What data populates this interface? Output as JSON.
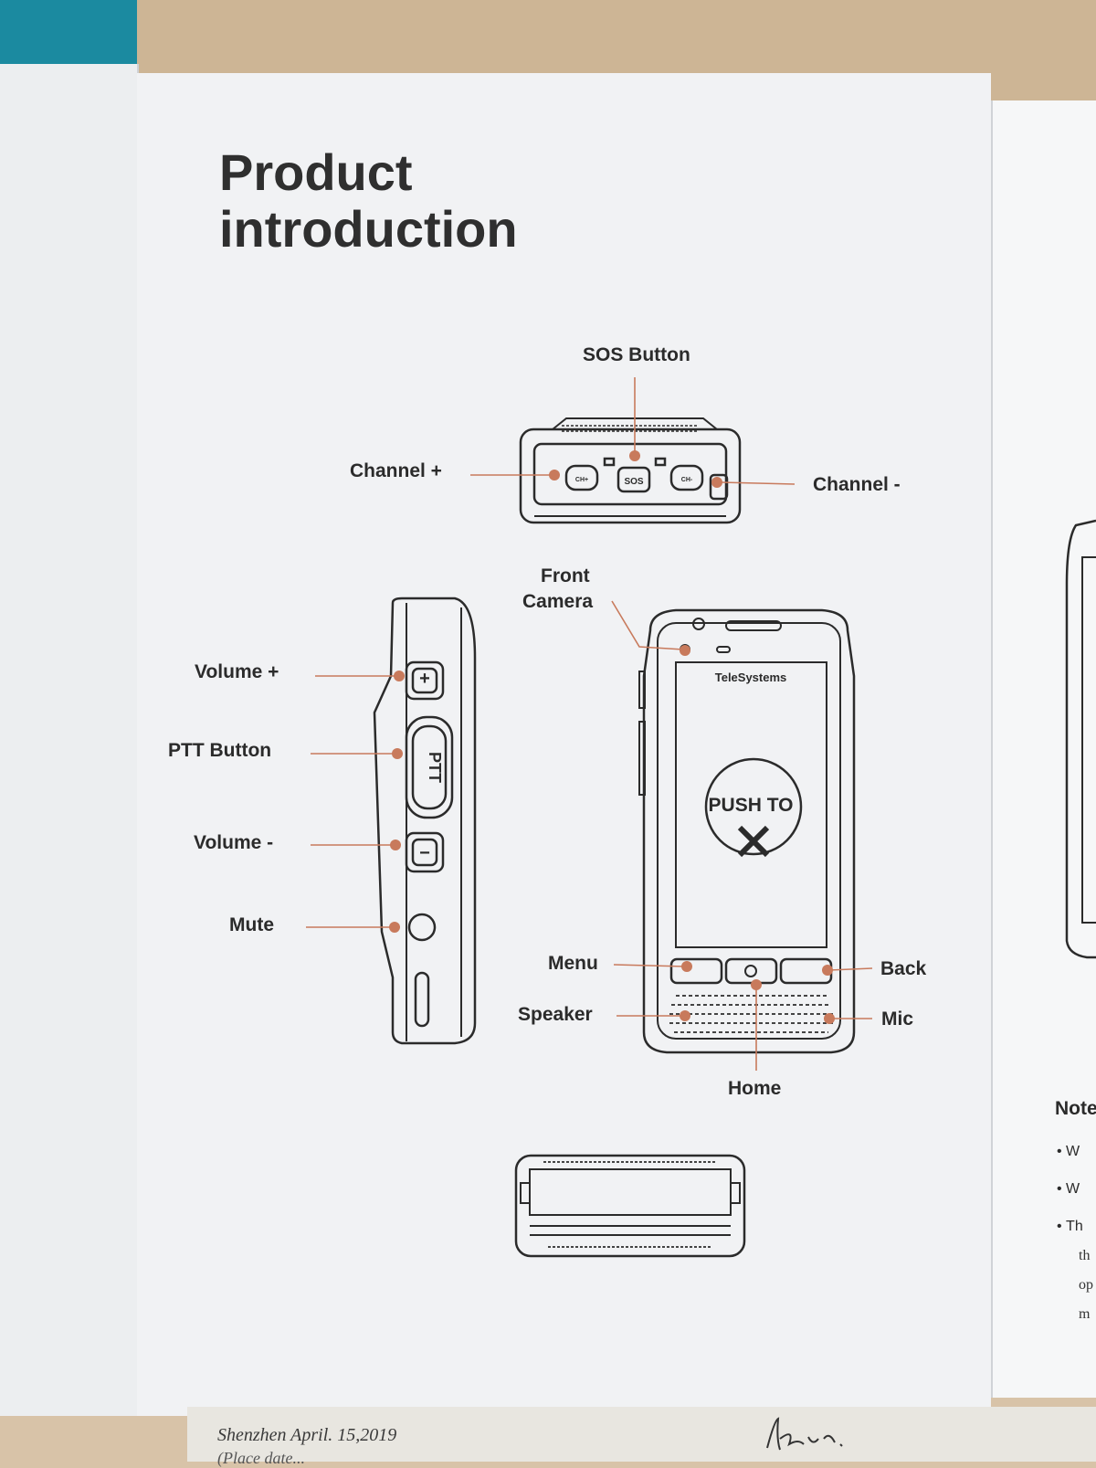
{
  "title_line1": "Product",
  "title_line2": "introduction",
  "labels": {
    "sos_button": "SOS Button",
    "channel_plus": "Channel +",
    "channel_minus": "Channel -",
    "front_camera_1": "Front",
    "front_camera_2": "Camera",
    "volume_plus": "Volume +",
    "ptt_button": "PTT  Button",
    "volume_minus": "Volume -",
    "mute": "Mute",
    "menu": "Menu",
    "back": "Back",
    "speaker": "Speaker",
    "mic": "Mic",
    "home": "Home"
  },
  "device": {
    "brand": "TeleSystems",
    "screen_line1": "PUSH TO",
    "top_sos": "SOS",
    "top_ch_plus": "CH+",
    "top_ch_minus": "CH-",
    "side_ptt": "PTT"
  },
  "right_page": {
    "note_heading": "Note",
    "bullets": [
      "W",
      "W",
      "Th"
    ],
    "fragments": [
      "th",
      "op",
      "m"
    ]
  },
  "footer": {
    "line1": "Shenzhen  April. 15,2019",
    "line2": "(Place date..."
  },
  "colors": {
    "accent": "#c87a5c",
    "ink": "#2b2b2b",
    "paper": "#f1f2f4"
  }
}
